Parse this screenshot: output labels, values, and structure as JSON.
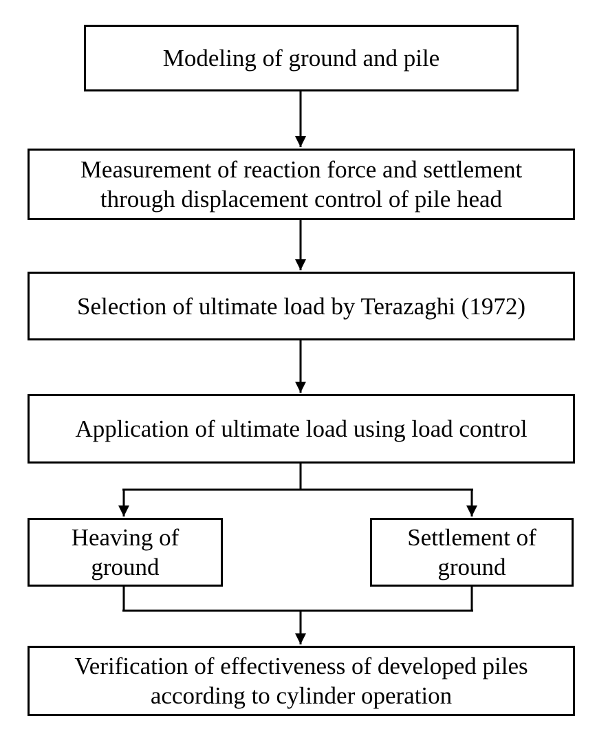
{
  "diagram": {
    "type": "flowchart",
    "colors": {
      "stroke": "#000000",
      "text": "#000000",
      "background": "#ffffff"
    },
    "nodes": {
      "modeling": "Modeling of ground and pile",
      "measurement": "Measurement of reaction force and settlement\nthrough displacement control of pile head",
      "selection": "Selection of ultimate load by Terazaghi (1972)",
      "application": "Application of ultimate load using load control",
      "heaving": "Heaving of\nground",
      "settlement": "Settlement of\nground",
      "verification": "Verification of effectiveness of developed piles\naccording to cylinder operation"
    },
    "edges": [
      {
        "from": "modeling",
        "to": "measurement"
      },
      {
        "from": "measurement",
        "to": "selection"
      },
      {
        "from": "selection",
        "to": "application"
      },
      {
        "from": "application",
        "to": "heaving"
      },
      {
        "from": "application",
        "to": "settlement"
      },
      {
        "from": "heaving",
        "to": "verification"
      },
      {
        "from": "settlement",
        "to": "verification"
      }
    ]
  }
}
